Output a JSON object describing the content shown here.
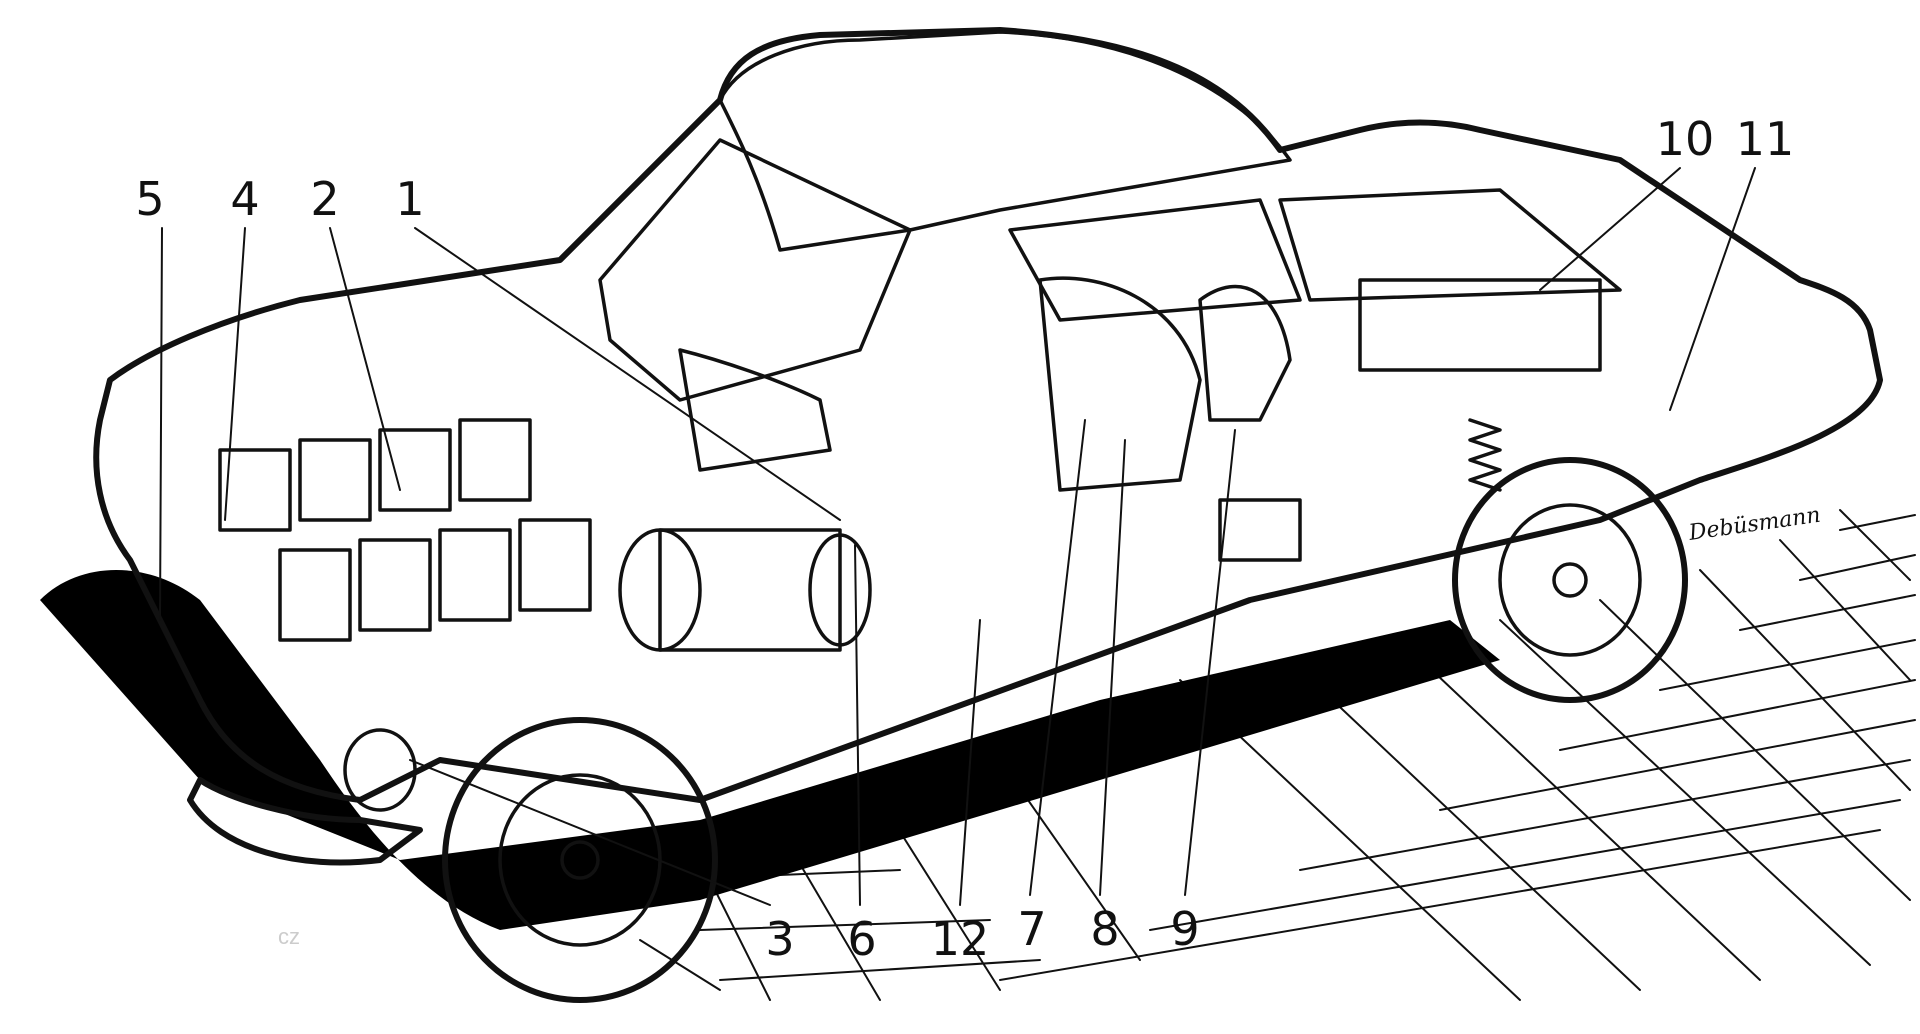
{
  "diagram": {
    "callouts": [
      {
        "id": "1",
        "label": "1"
      },
      {
        "id": "2",
        "label": "2"
      },
      {
        "id": "3",
        "label": "3"
      },
      {
        "id": "4",
        "label": "4"
      },
      {
        "id": "5",
        "label": "5"
      },
      {
        "id": "6",
        "label": "6"
      },
      {
        "id": "7",
        "label": "7"
      },
      {
        "id": "8",
        "label": "8"
      },
      {
        "id": "9",
        "label": "9"
      },
      {
        "id": "10",
        "label": "10"
      },
      {
        "id": "11",
        "label": "11"
      },
      {
        "id": "12",
        "label": "12"
      }
    ],
    "signature": "Debüsmann",
    "watermark": "cz"
  },
  "colors": {
    "ink": "#111111",
    "paper": "#ffffff",
    "shadow": "#000000"
  }
}
